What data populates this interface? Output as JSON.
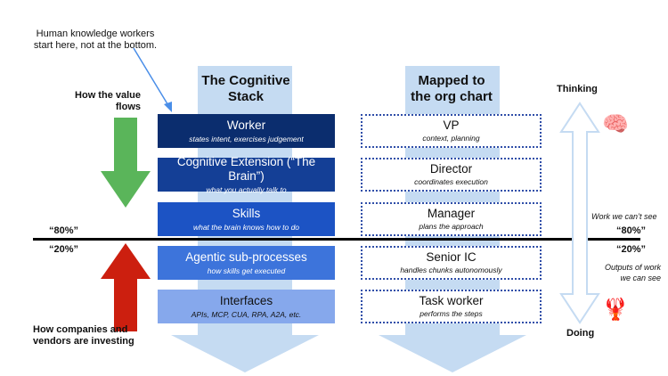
{
  "callout": {
    "line1": "Human knowledge workers",
    "line2": "start here, not at the bottom."
  },
  "left": {
    "value_label_1": "How the value",
    "value_label_2": "flows",
    "invest_label_1": "How companies and",
    "invest_label_2": "vendors are investing"
  },
  "divider": {
    "top_left": "“80%”",
    "bottom_left": "“20%”",
    "top_right": "“80%”",
    "bottom_right": "“20%”"
  },
  "stack": {
    "heading_1": "The Cognitive",
    "heading_2": "Stack",
    "layers": [
      {
        "title": "Worker",
        "subtitle": "states intent, exercises judgement",
        "color": "#0b2d6e"
      },
      {
        "title": "Cognitive Extension (“The Brain”)",
        "subtitle": "what you actually talk to",
        "color": "#143f96"
      },
      {
        "title": "Skills",
        "subtitle": "what the brain knows how to do",
        "color": "#1c53c4"
      },
      {
        "title": "Agentic sub-processes",
        "subtitle": "how skills get executed",
        "color": "#3d74db"
      },
      {
        "title": "Interfaces",
        "subtitle": "APIs, MCP, CUA, RPA, A2A, etc.",
        "color": "#86a8ec"
      }
    ]
  },
  "org": {
    "heading_1": "Mapped to",
    "heading_2": "the org chart",
    "roles": [
      {
        "title": "VP",
        "subtitle": "context, planning"
      },
      {
        "title": "Director",
        "subtitle": "coordinates execution"
      },
      {
        "title": "Manager",
        "subtitle": "plans the approach"
      },
      {
        "title": "Senior IC",
        "subtitle": "handles chunks autonomously"
      },
      {
        "title": "Task worker",
        "subtitle": "performs the steps"
      }
    ]
  },
  "right": {
    "thinking": "Thinking",
    "doing": "Doing",
    "see_not_1": "Work we can’t see",
    "see_1": "Outputs of work",
    "see_2": "we can see",
    "brain_icon": "brain-icon",
    "lobster_icon": "lobster-icon"
  }
}
